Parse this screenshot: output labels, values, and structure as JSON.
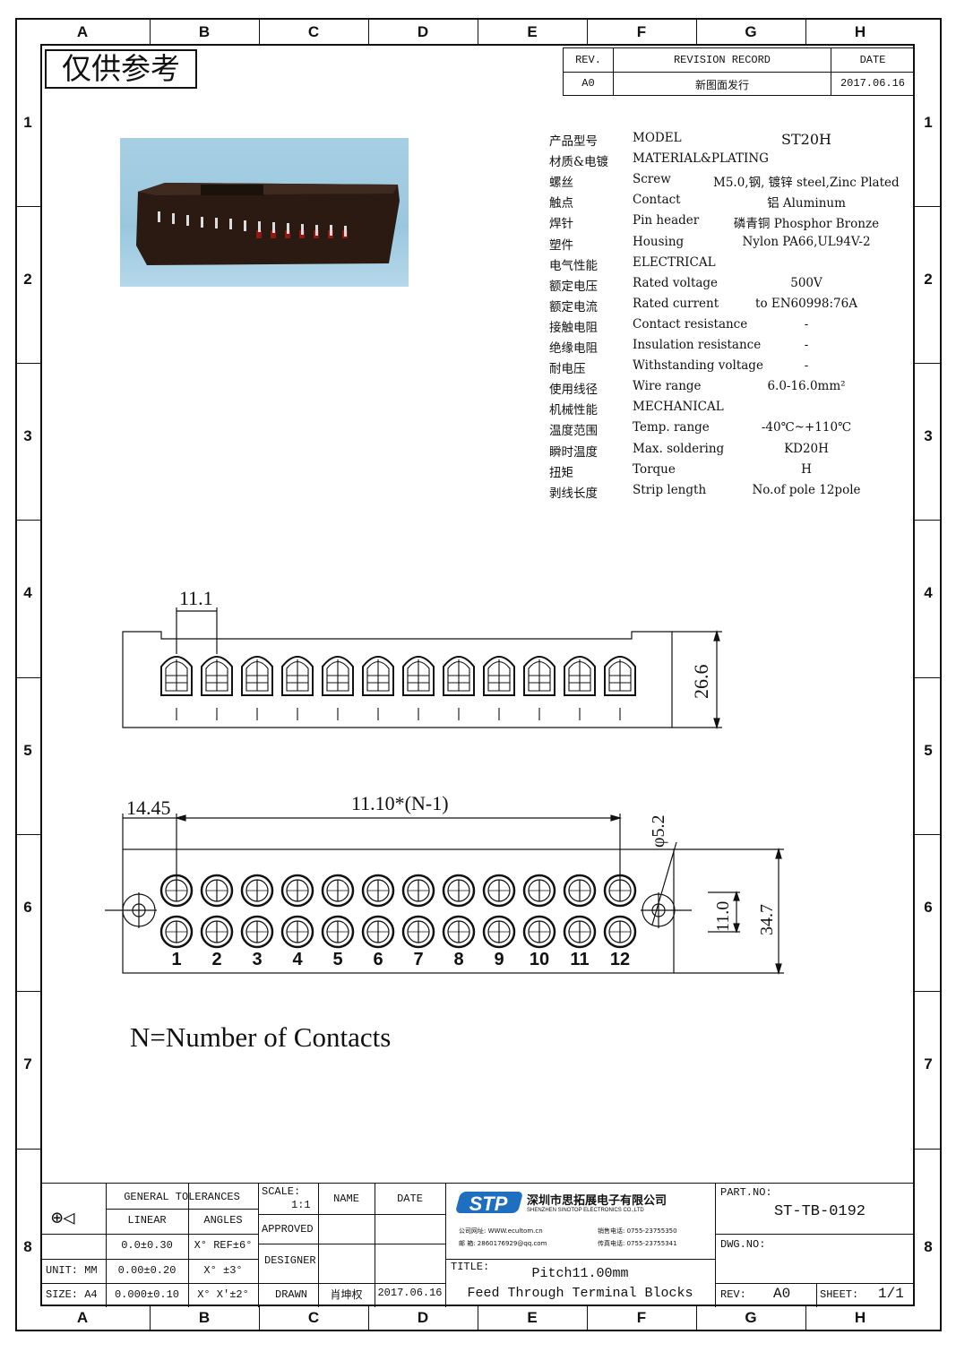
{
  "grid": {
    "columns": [
      "A",
      "B",
      "C",
      "D",
      "E",
      "F",
      "G",
      "H"
    ],
    "rows": [
      "1",
      "2",
      "3",
      "4",
      "5",
      "6",
      "7",
      "8"
    ]
  },
  "disclaimer": "仅供参考",
  "revision": {
    "rev_header": "REV.",
    "record_header": "REVISION RECORD",
    "date_header": "DATE",
    "rev": "A0",
    "record": "新图面发行",
    "date": "2017.06.16"
  },
  "specs": [
    {
      "cn": "产品型号",
      "en": "MODEL",
      "val": "ST20H"
    },
    {
      "cn": "材质&电镀",
      "en": "MATERIAL&PLATING",
      "val": ""
    },
    {
      "cn": "螺丝",
      "en": "Screw",
      "val": "M5.0,钢, 镀锌 steel,Zinc Plated"
    },
    {
      "cn": "触点",
      "en": "Contact",
      "val": "铝 Aluminum"
    },
    {
      "cn": "焊针",
      "en": "Pin header",
      "val": "磷青铜 Phosphor Bronze"
    },
    {
      "cn": "塑件",
      "en": "Housing",
      "val": "Nylon PA66,UL94V-2"
    },
    {
      "cn": "电气性能",
      "en": "ELECTRICAL",
      "val": ""
    },
    {
      "cn": "额定电压",
      "en": "Rated voltage",
      "val": "500V"
    },
    {
      "cn": "额定电流",
      "en": "Rated current",
      "val": "to EN60998:76A"
    },
    {
      "cn": "接触电阻",
      "en": "Contact resistance",
      "val": "-"
    },
    {
      "cn": "绝缘电阻",
      "en": "Insulation resistance",
      "val": "-"
    },
    {
      "cn": "耐电压",
      "en": "Withstanding voltage",
      "val": "-"
    },
    {
      "cn": "使用线径",
      "en": "Wire range",
      "val": "6.0-16.0mm²"
    },
    {
      "cn": "机械性能",
      "en": "MECHANICAL",
      "val": ""
    },
    {
      "cn": "温度范围",
      "en": "Temp. range",
      "val": "-40℃~+110℃"
    },
    {
      "cn": "瞬时温度",
      "en": "Max. soldering",
      "val": "KD20H"
    },
    {
      "cn": "扭矩",
      "en": "Torque",
      "val": "H"
    },
    {
      "cn": "剥线长度",
      "en": "Strip length",
      "val": "No.of pole 12pole"
    }
  ],
  "dims": {
    "pitch": "11.1",
    "height_front": "26.6",
    "edge": "14.45",
    "span": "11.10*(N-1)",
    "hole": "φ5.2",
    "row_gap": "11.0",
    "height_top": "34.7"
  },
  "pin_numbers": [
    "1",
    "2",
    "3",
    "4",
    "5",
    "6",
    "7",
    "8",
    "9",
    "10",
    "11",
    "12"
  ],
  "note": "N=Number of Contacts",
  "titleblock": {
    "gen_tol": "GENERAL TOLERANCES",
    "linear": "LINEAR",
    "angles": "ANGLES",
    "lin1": "0.0±0.30",
    "ang1": "X° REF±6°",
    "unit": "UNIT: MM",
    "lin2": "0.00±0.20",
    "ang2": "X° ±3°",
    "size": "SIZE: A4",
    "lin3": "0.000±0.10",
    "ang3": "X° X'±2°",
    "scale_lbl": "SCALE:",
    "scale_val": "1:1",
    "name": "NAME",
    "date": "DATE",
    "approved": "APPROVED",
    "designer": "DESIGNER",
    "drawn": "DRAWN",
    "drawn_name": "肖坤权",
    "drawn_date": "2017.06.16",
    "company_cn": "深圳市思拓展电子有限公司",
    "company_en": "SHENZHEN SINOTOP ELECTRONICS CO.,LTD",
    "contact1": "公司网址: WWW.ecultom.cn",
    "contact2": "邮    箱: 2860176929@qq.com",
    "contact3": "销售电话: 0755-23755350",
    "contact4": "传真电话: 0755-23755341",
    "logo": "STP",
    "title_lbl": "TITLE:",
    "title1": "Pitch11.00mm",
    "title2": "Feed Through Terminal Blocks",
    "part_lbl": "PART.NO:",
    "part_no": "ST-TB-0192",
    "dwg_lbl": "DWG.NO:",
    "rev_lbl": "REV:",
    "rev_val": "A0",
    "sheet_lbl": "SHEET:",
    "sheet_val": "1/1"
  }
}
